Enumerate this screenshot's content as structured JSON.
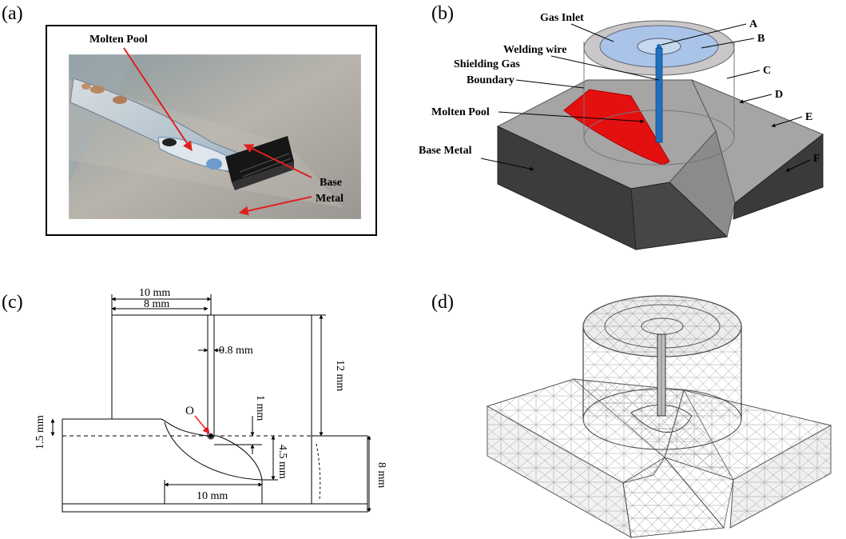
{
  "panels": {
    "a": {
      "tag": "(a)",
      "labels": {
        "molten_pool": "Molten Pool",
        "base_metal_1": "Base",
        "base_metal_2": "Metal"
      }
    },
    "b": {
      "tag": "(b)",
      "labels": {
        "gas_inlet": "Gas Inlet",
        "welding_wire": "Welding wire",
        "shielding_gas_1": "Shielding Gas",
        "shielding_gas_2": "Boundary",
        "molten_pool": "Molten Pool",
        "base_metal": "Base Metal",
        "A": "A",
        "B": "B",
        "C": "C",
        "D": "D",
        "E": "E",
        "F": "F"
      }
    },
    "c": {
      "tag": "(c)",
      "dims": {
        "top_10": "10 mm",
        "top_8": "8 mm",
        "wire": "0.8 mm",
        "height_12": "12 mm",
        "left_1_5": "1.5 mm",
        "gap_1": "1 mm",
        "depth_4_5": "4.5 mm",
        "height_8": "8 mm",
        "bottom_10": "10 mm",
        "origin": "O"
      }
    },
    "d": {
      "tag": "(d)"
    }
  },
  "colors": {
    "pool_red": "#e41010",
    "wire_blue": "#1f6fbf",
    "gas_blue": "#a9c4e8",
    "metal_top": "#a6a4a4",
    "metal_side": "#3c3c3c",
    "arrow_red": "#e02020"
  }
}
